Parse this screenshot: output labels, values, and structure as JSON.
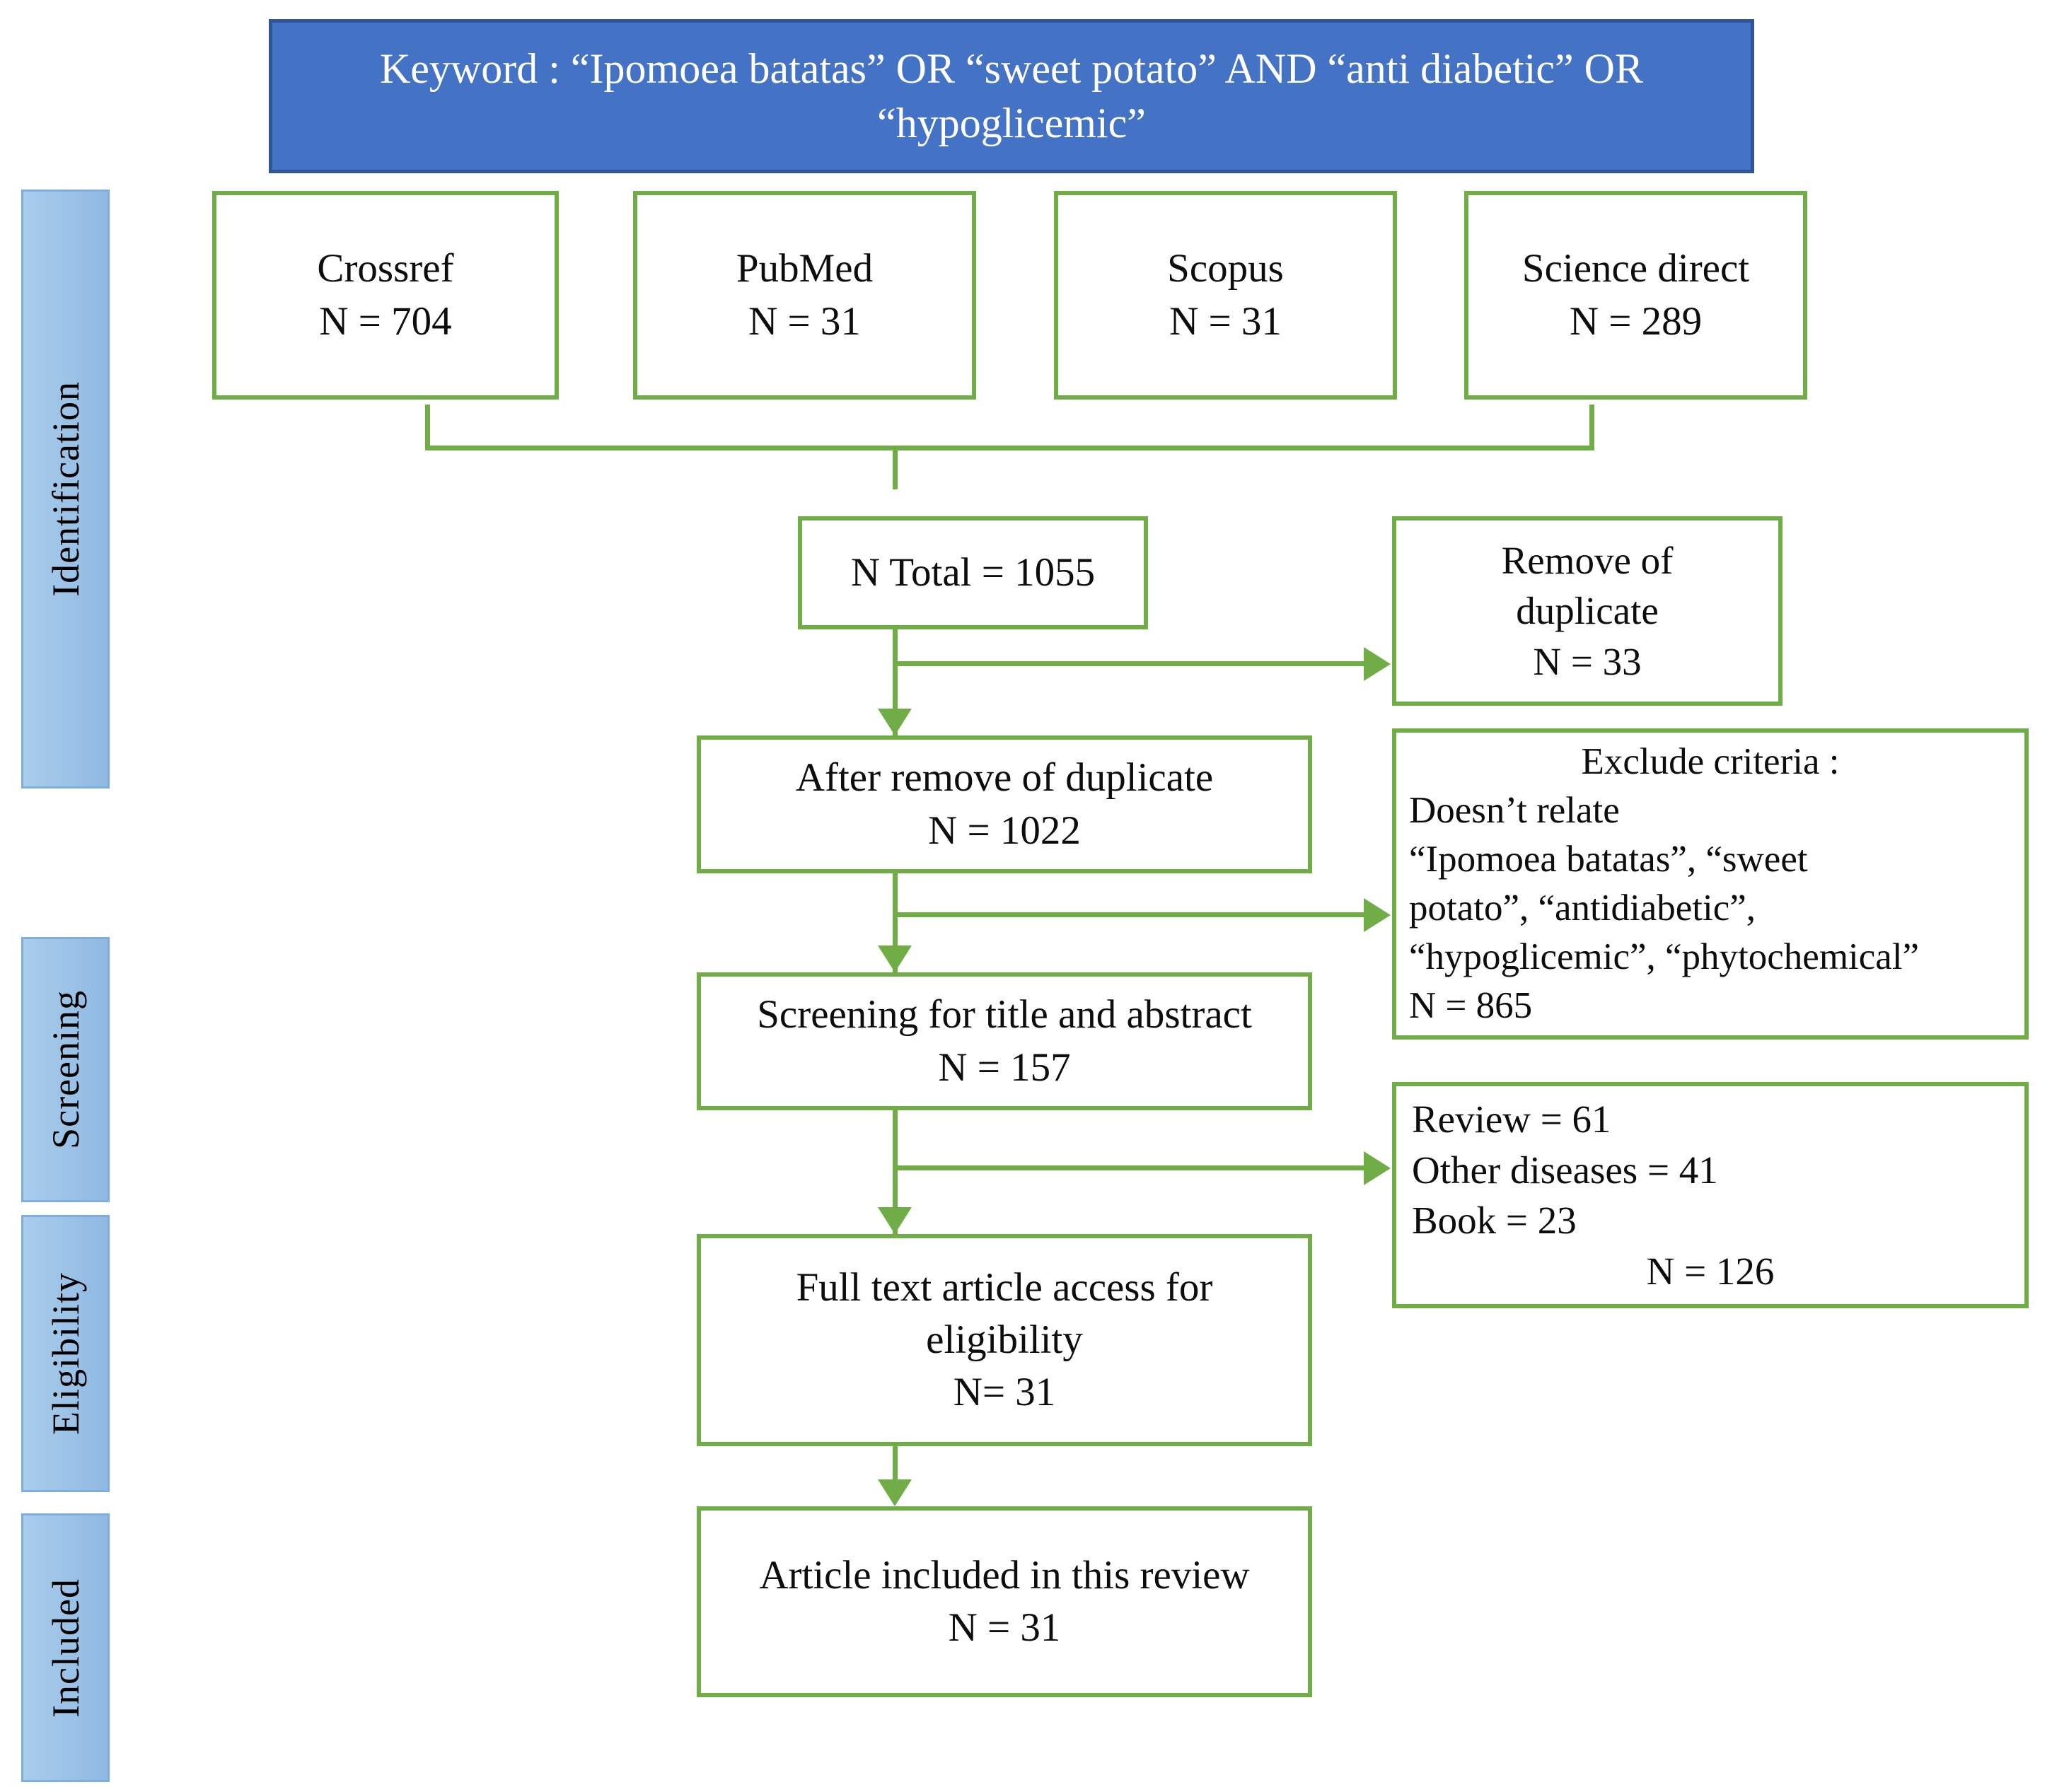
{
  "diagram": {
    "title_banner": {
      "line1": "Keyword : “Ipomoea batatas” OR “sweet potato” AND “anti diabetic” OR",
      "line2": "“hypoglicemic”",
      "bg_color": "#4472C4",
      "text_color": "#FFFFFF"
    },
    "accent_color": "#70AD47",
    "band_color": "#9BC2E6",
    "stages": [
      {
        "label": "Identification"
      },
      {
        "label": "Screening"
      },
      {
        "label": "Eligibility"
      },
      {
        "label": "Included"
      }
    ],
    "sources": [
      {
        "name": "Crossref",
        "count_label": "N = 704"
      },
      {
        "name": "PubMed",
        "count_label": "N = 31"
      },
      {
        "name": "Scopus",
        "count_label": "N = 31"
      },
      {
        "name": "Science direct",
        "count_label": "N = 289"
      }
    ],
    "flow": {
      "total": {
        "line1": "N Total = 1055"
      },
      "after_dup": {
        "line1": "After remove of duplicate",
        "line2": "N = 1022"
      },
      "screening": {
        "line1": "Screening for title and abstract",
        "line2": "N = 157"
      },
      "full_text": {
        "line1": "Full text article access for",
        "line2": "eligibility",
        "line3": "N= 31"
      },
      "included": {
        "line1": "Article included in this review",
        "line2": "N = 31"
      }
    },
    "exclusions": {
      "duplicates": {
        "line1": "Remove of",
        "line2": "duplicate",
        "line3": "N = 33"
      },
      "criteria": {
        "heading": "Exclude criteria :",
        "line1": "Doesn’t relate",
        "line2": "“Ipomoea batatas”, “sweet",
        "line3": "potato”, “antidiabetic”,",
        "line4": "“hypoglicemic”, “phytochemical”",
        "line5": " N = 865"
      },
      "reasons": {
        "line1": "Review = 61",
        "line2": "Other diseases = 41",
        "line3": "Book = 23",
        "line4": "N = 126"
      }
    }
  }
}
